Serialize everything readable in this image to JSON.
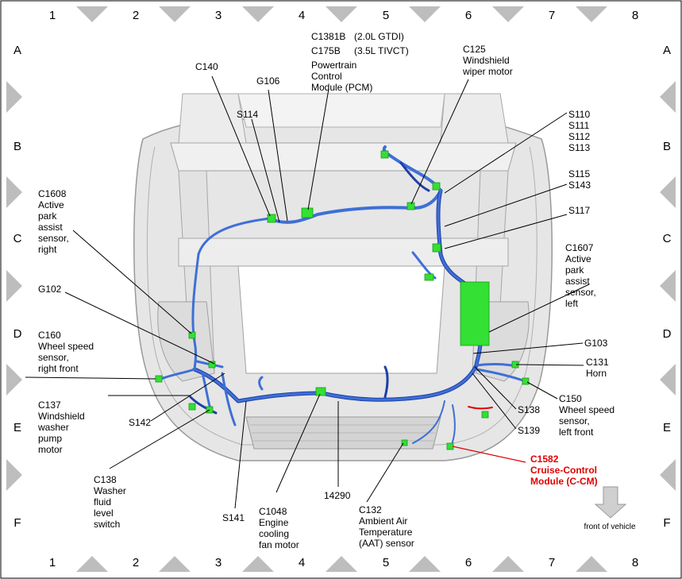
{
  "grid": {
    "columns": [
      "1",
      "2",
      "3",
      "4",
      "5",
      "6",
      "7",
      "8"
    ],
    "rows": [
      "A",
      "B",
      "C",
      "D",
      "E",
      "F"
    ]
  },
  "labels": {
    "c1381b": "C1381B",
    "c1381b_note": "(2.0L GTDI)",
    "c175b": "C175B",
    "c175b_note": "(3.5L TIVCT)",
    "pcm": [
      "Powertrain",
      "Control",
      "Module (PCM)"
    ],
    "c140": "C140",
    "g106": "G106",
    "s114": "S114",
    "c125": [
      "C125",
      "Windshield",
      "wiper motor"
    ],
    "s110_group": [
      "S110",
      "S111",
      "S112",
      "S113"
    ],
    "s115_group": [
      "S115",
      "S143"
    ],
    "s117": "S117",
    "c1608": [
      "C1608",
      "Active",
      "park",
      "assist",
      "sensor,",
      "right"
    ],
    "c1607": [
      "C1607",
      "Active",
      "park",
      "assist",
      "sensor,",
      "left"
    ],
    "g102": "G102",
    "c160": [
      "C160",
      "Wheel speed",
      "sensor,",
      "right front"
    ],
    "g103": "G103",
    "c131": [
      "C131",
      "Horn"
    ],
    "c150": [
      "C150",
      "Wheel speed",
      "sensor,",
      "left front"
    ],
    "s138": "S138",
    "s139": "S139",
    "c137": [
      "C137",
      "Windshield",
      "washer",
      "pump",
      "motor"
    ],
    "s142": "S142",
    "c138": [
      "C138",
      "Washer",
      "fluid",
      "level",
      "switch"
    ],
    "s141": "S141",
    "c1048": [
      "C1048",
      "Engine",
      "cooling",
      "fan motor"
    ],
    "harness": "14290",
    "c132": [
      "C132",
      "Ambient Air",
      "Temperature",
      "(AAT) sensor"
    ],
    "c1582": [
      "C1582",
      "Cruise-Control",
      "Module (C-CM)"
    ],
    "front": "front of vehicle"
  },
  "colors": {
    "wire": "#3f6fd6",
    "wire_dark": "#1d3fa8",
    "connector": "#33e033",
    "highlight": "#e00000",
    "car_body": "#d9d9d9",
    "grid_marker": "#bdbdbd"
  }
}
